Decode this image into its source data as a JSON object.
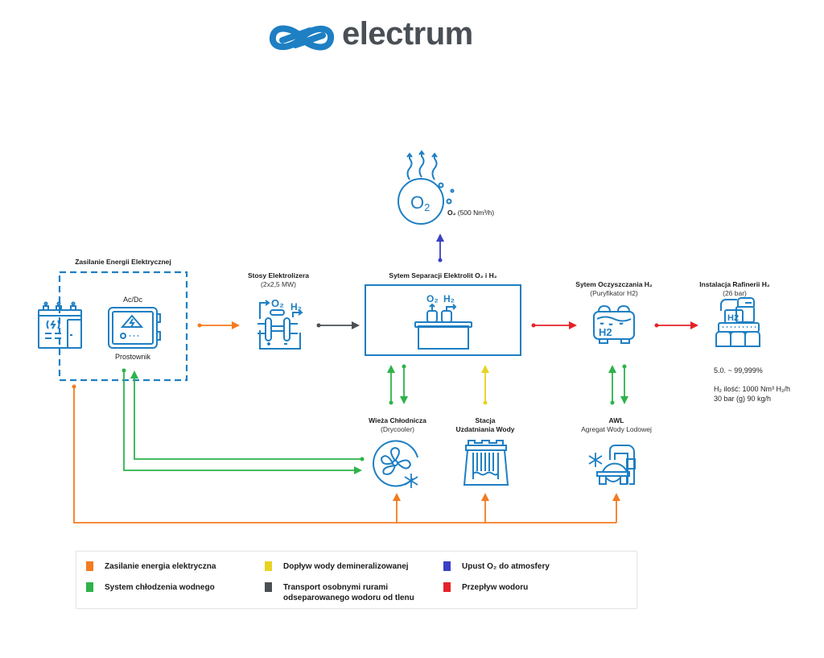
{
  "brand": {
    "name": "electrum",
    "logo_color": "#1e7fc3",
    "text_color": "#4a4f55"
  },
  "colors": {
    "icon": "#1e7fc3",
    "power": "#f47b20",
    "cooling": "#2db34a",
    "demin_water": "#e8d321",
    "transport": "#4a5054",
    "o2_vent": "#3b3fc4",
    "hydrogen": "#e52229"
  },
  "nodes": {
    "power_supply": {
      "title": "Zasilanie Energii Elektrycznej",
      "rectifier_top": "Ac/Dc",
      "rectifier_bottom": "Prostownik"
    },
    "stacks": {
      "title": "Stosy Elektrolizera",
      "subtitle": "(2x2,5 MW)",
      "o2": "O₂",
      "h2": "H₂"
    },
    "separation": {
      "title": "Sytem Separacji Elektrolit O₂ i H₂",
      "o2": "O₂",
      "h2": "H₂"
    },
    "oxygen": {
      "symbol": "O₂",
      "label_bold": "O₂",
      "label_rest": " (500 Nm³/h)"
    },
    "purifier": {
      "title": "Sytem Oczyszczania H₂",
      "subtitle": "(Puryfikator H2)",
      "icon_text": "H2"
    },
    "refinery": {
      "title": "Instalacja Rafinerii H₂",
      "subtitle": "(26 bar)",
      "icon_text": "H2",
      "purity": "5.0. ~ 99,999%",
      "flow": "H₂ ilość: 1000 Nm³ H₂/h",
      "pressure": "30 bar (g) 90 kg/h"
    },
    "drycooler": {
      "title": "Wieża Chłodnicza",
      "subtitle": "(Drycooler)"
    },
    "water": {
      "title_line1": "Stacja",
      "title_line2": "Uzdatniania Wody"
    },
    "awl": {
      "title": "AWL",
      "subtitle": "Agregat Wody Lodowej"
    }
  },
  "legend": [
    {
      "label": "Zasilanie energia elektryczna",
      "color": "#f47b20"
    },
    {
      "label": "System chłodzenia wodnego",
      "color": "#2db34a"
    },
    {
      "label": "Dopływ wody demineralizowanej",
      "color": "#e8d321"
    },
    {
      "label_line1": "Transport osobnymi rurami",
      "label_line2": "odseparowanego wodoru od tlenu",
      "color": "#4a5054"
    },
    {
      "label": "Upust O₂ do atmosfery",
      "color": "#3b3fc4"
    },
    {
      "label": "Przepływ wodoru",
      "color": "#e52229"
    }
  ]
}
